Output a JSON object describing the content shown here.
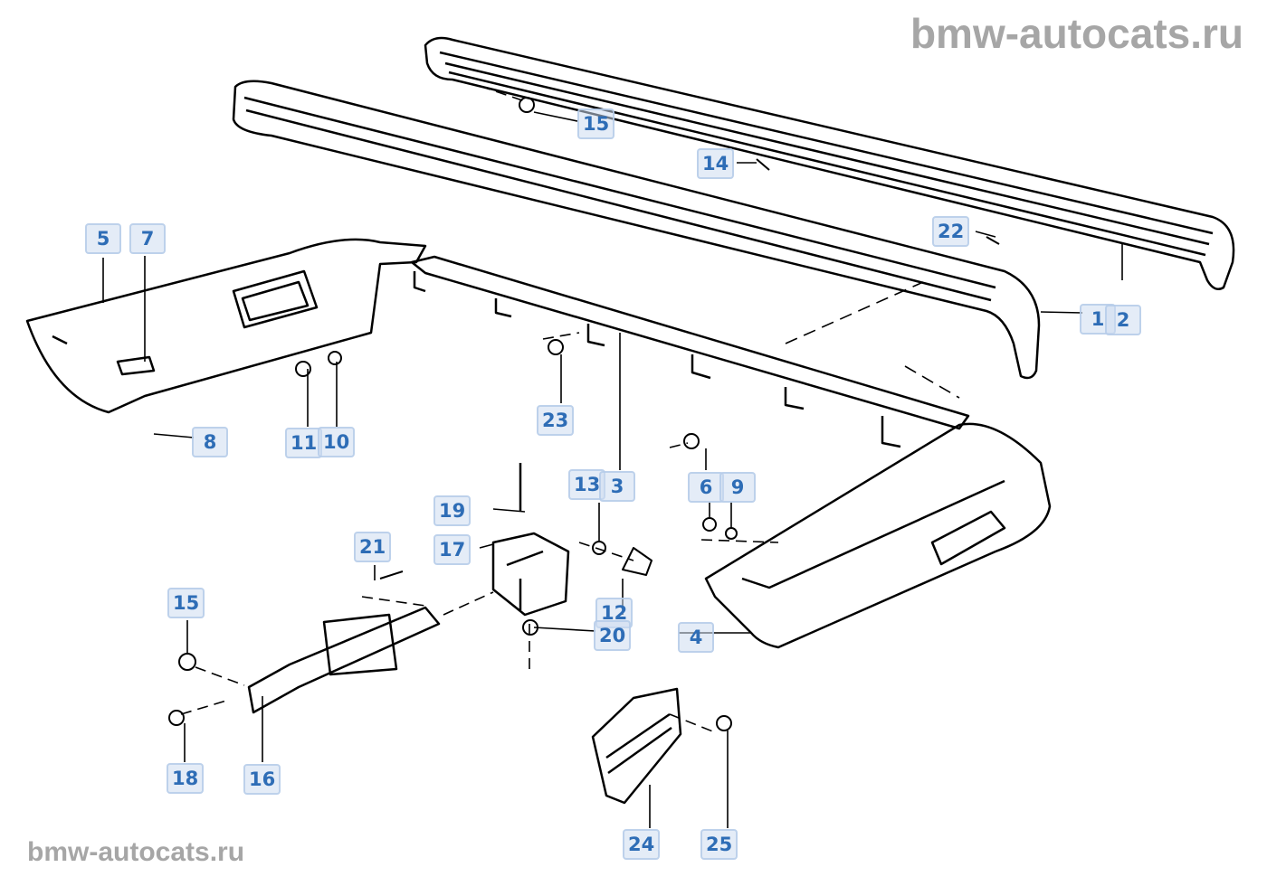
{
  "watermarks": {
    "top": "bmw-autocats.ru",
    "bottom": "bmw-autocats.ru"
  },
  "callouts": [
    {
      "id": "15",
      "label": "15"
    },
    {
      "id": "14",
      "label": "14"
    },
    {
      "id": "22",
      "label": "22"
    },
    {
      "id": "1",
      "label": "1"
    },
    {
      "id": "2",
      "label": "2"
    },
    {
      "id": "5",
      "label": "5"
    },
    {
      "id": "7",
      "label": "7"
    },
    {
      "id": "8",
      "label": "8"
    },
    {
      "id": "11",
      "label": "11"
    },
    {
      "id": "10",
      "label": "10"
    },
    {
      "id": "23",
      "label": "23"
    },
    {
      "id": "13",
      "label": "13"
    },
    {
      "id": "3",
      "label": "3"
    },
    {
      "id": "6",
      "label": "6"
    },
    {
      "id": "9",
      "label": "9"
    },
    {
      "id": "19",
      "label": "19"
    },
    {
      "id": "17",
      "label": "17"
    },
    {
      "id": "21",
      "label": "21"
    },
    {
      "id": "15b",
      "label": "15"
    },
    {
      "id": "12",
      "label": "12"
    },
    {
      "id": "20",
      "label": "20"
    },
    {
      "id": "4",
      "label": "4"
    },
    {
      "id": "18",
      "label": "18"
    },
    {
      "id": "16",
      "label": "16"
    },
    {
      "id": "24",
      "label": "24"
    },
    {
      "id": "25",
      "label": "25"
    }
  ],
  "colors": {
    "label_text": "#2e6db6",
    "label_bg": "#dde7f4",
    "watermark": "#a6a6a6",
    "line_art": "#000000"
  }
}
